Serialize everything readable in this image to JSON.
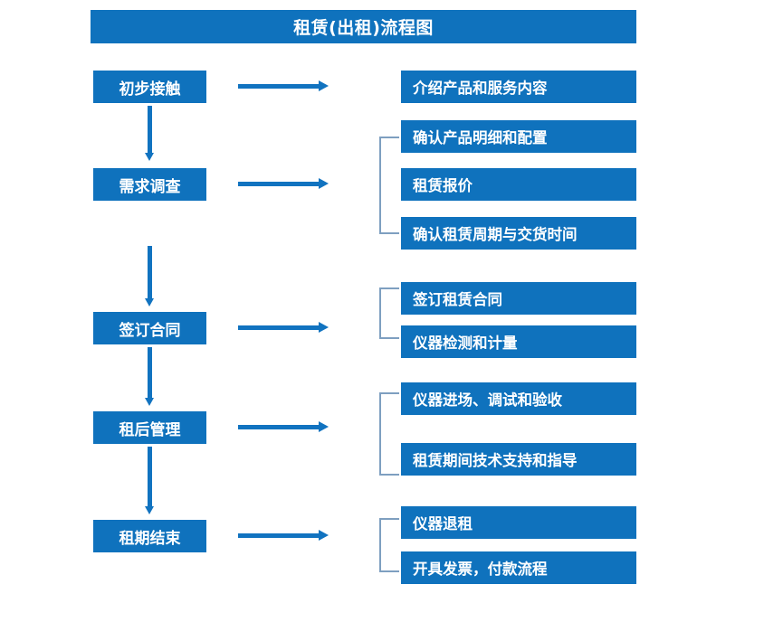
{
  "diagram": {
    "title": "租赁(出租)流程图",
    "colors": {
      "box_blue": "#0f72bd",
      "arrow_blue": "#1173c0",
      "bracket_blue": "#7e9fc0",
      "text_white": "#ffffff",
      "background": "#ffffff"
    },
    "stages": [
      {
        "id": "stage-1",
        "label": "初步接触",
        "details": [
          "介绍产品和服务内容"
        ],
        "has_bracket": false
      },
      {
        "id": "stage-2",
        "label": "需求调查",
        "details": [
          "确认产品明细和配置",
          "租赁报价",
          "确认租赁周期与交货时间"
        ],
        "has_bracket": true
      },
      {
        "id": "stage-3",
        "label": "签订合同",
        "details": [
          "签订租赁合同",
          "仪器检测和计量"
        ],
        "has_bracket": true
      },
      {
        "id": "stage-4",
        "label": "租后管理",
        "details": [
          "仪器进场、调试和验收",
          "租赁期间技术支持和指导"
        ],
        "has_bracket": true
      },
      {
        "id": "stage-5",
        "label": "租期结束",
        "details": [
          "仪器退租",
          "开具发票，付款流程"
        ],
        "has_bracket": true
      }
    ]
  }
}
